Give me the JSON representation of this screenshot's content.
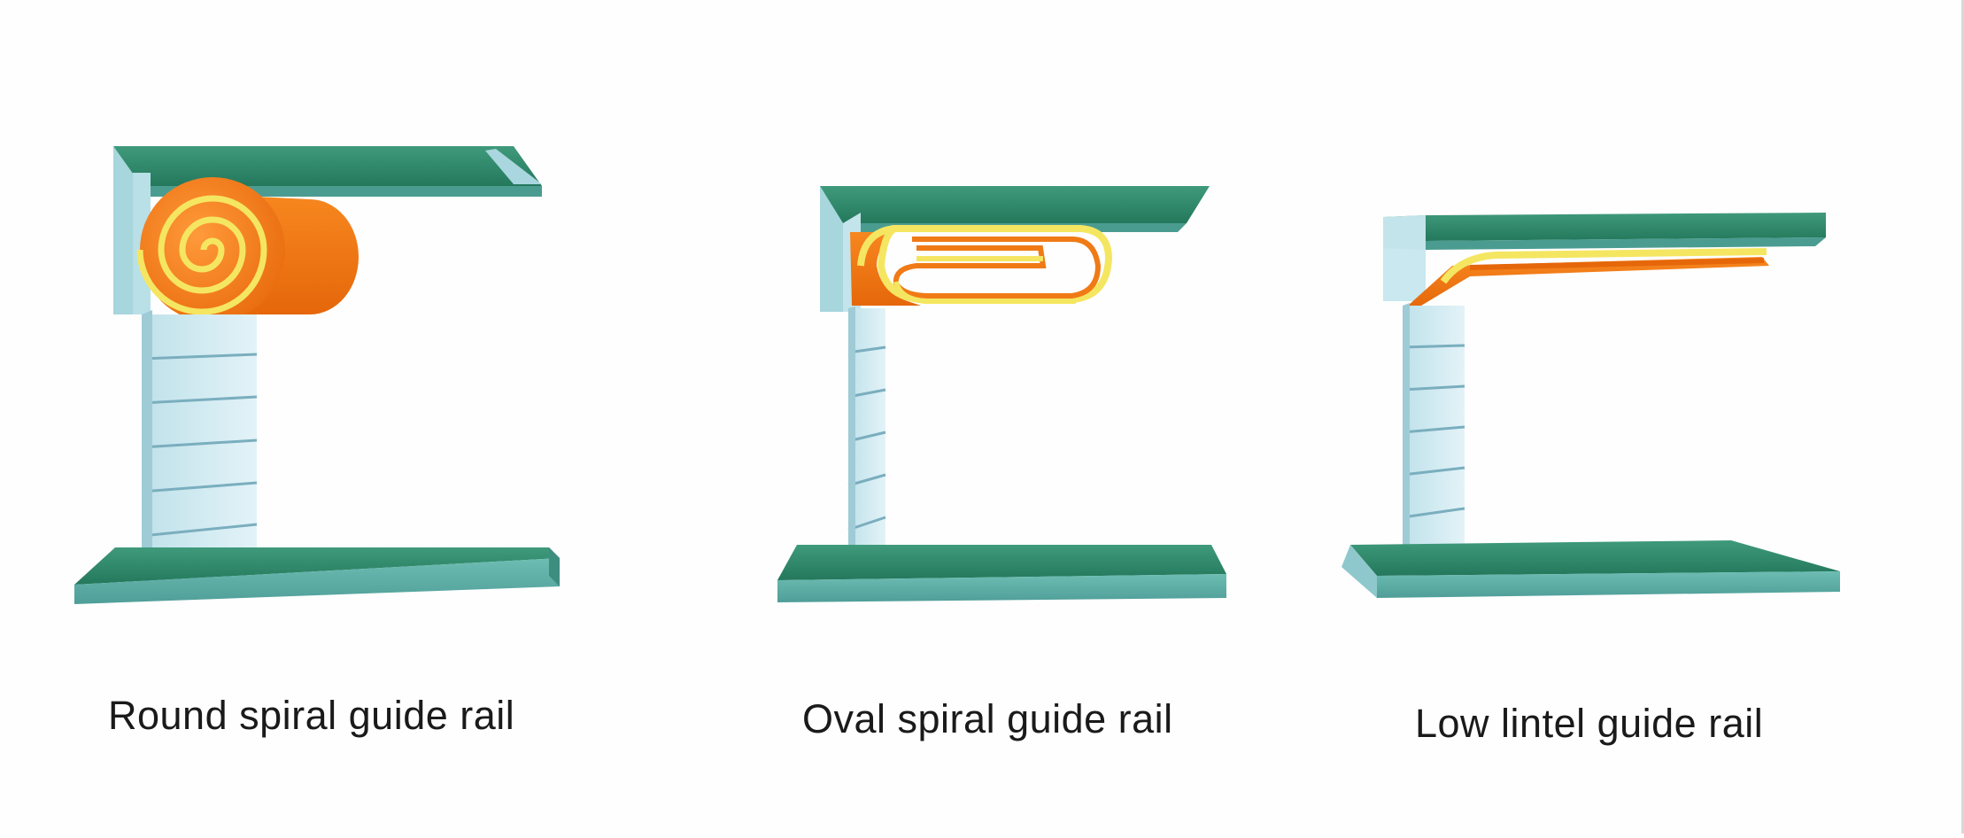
{
  "figures": [
    {
      "id": "round",
      "caption": "Round spiral guide rail"
    },
    {
      "id": "oval",
      "caption": "Oval spiral guide rail"
    },
    {
      "id": "low",
      "caption": "Low lintel guide rail"
    }
  ],
  "colors": {
    "rail_top": "#2f8a6a",
    "rail_front": "#5fb3aa",
    "rail_light": "#c7e6ef",
    "panel": "#cfeaf2",
    "panel_line": "#7fb3c4",
    "orange": "#f07a16",
    "yellow": "#f4e45a"
  }
}
